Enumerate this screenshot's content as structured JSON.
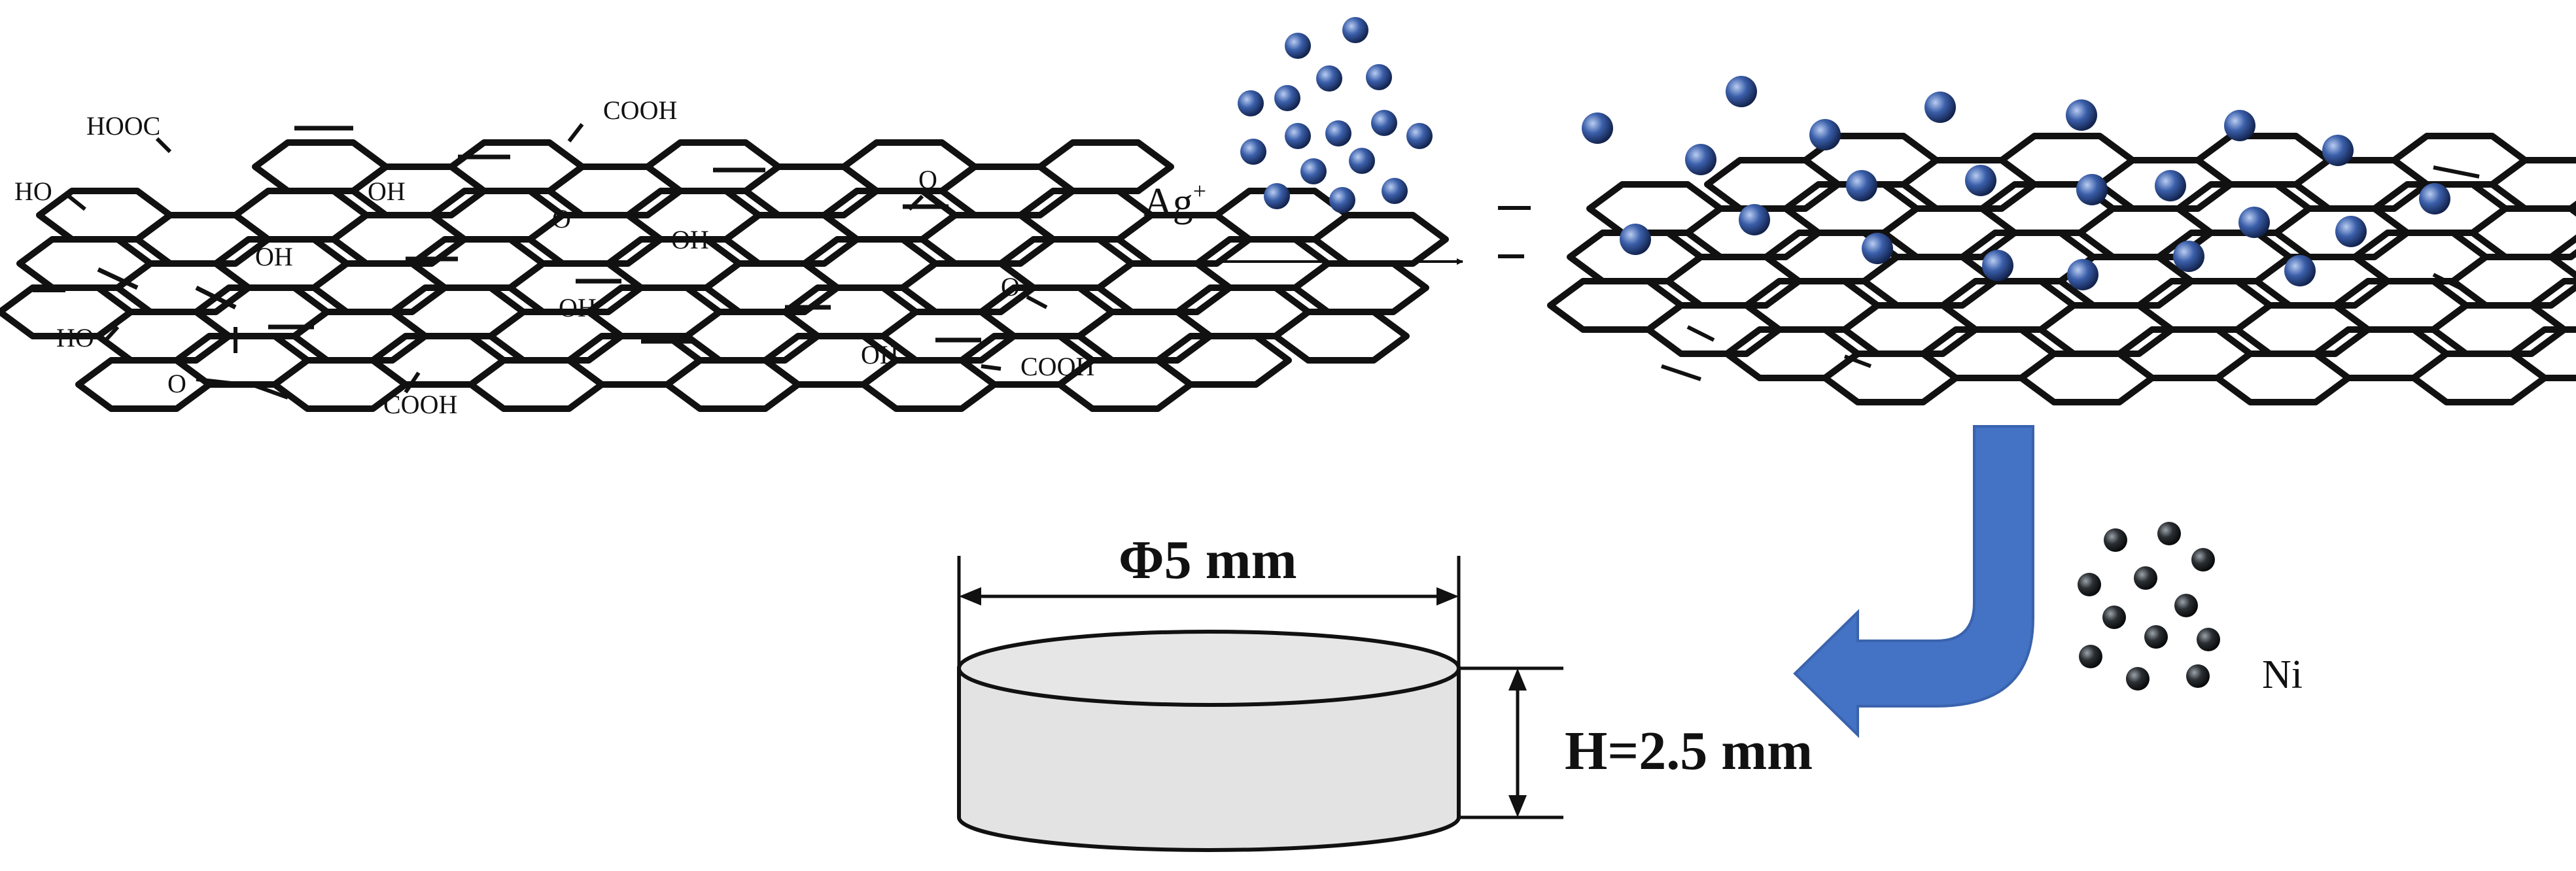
{
  "go_groups": {
    "cooh": "COOH",
    "hooc": "HOOC",
    "oh": "OH",
    "ho": "HO",
    "o": "O"
  },
  "arrow_label": {
    "base": "Ag",
    "sup": "+"
  },
  "ni_label": "Ni",
  "dimensions": {
    "diameter": "Φ5 mm",
    "height": "H=2.5 mm"
  },
  "colors": {
    "ag_particle": "#3b5faa",
    "ni_particle": "#2b2f33",
    "arrow": "#4472c4",
    "pellet_fill": "#e3e3e3",
    "lattice": "#111111"
  }
}
